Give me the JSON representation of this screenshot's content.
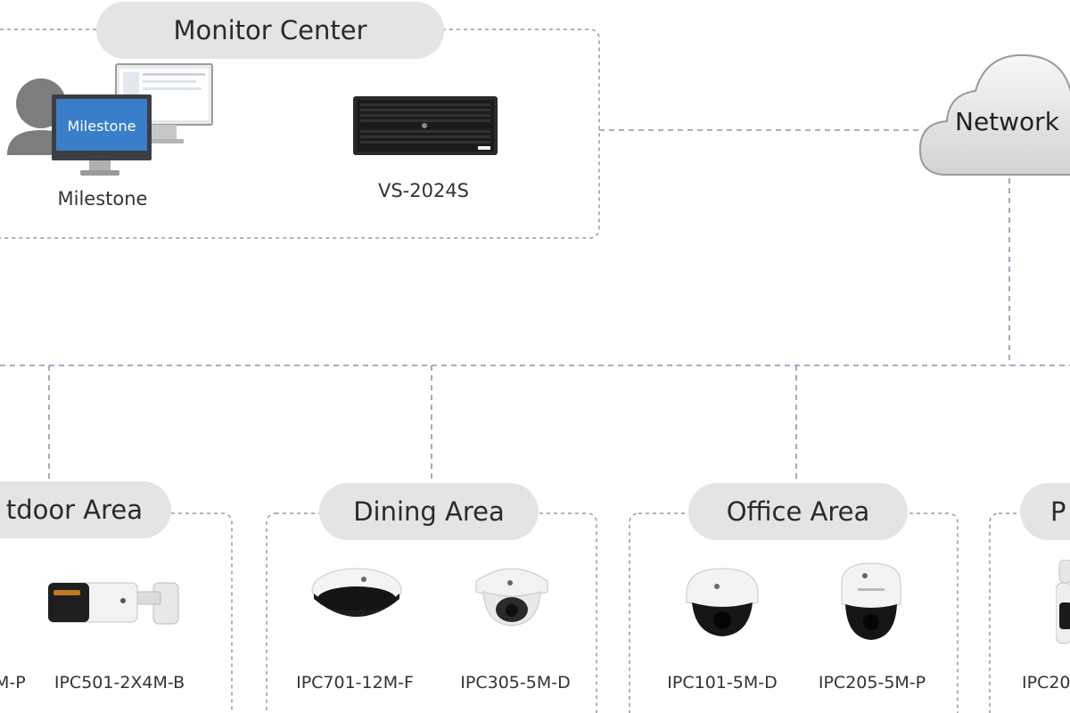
{
  "monitor_center": {
    "title": "Monitor Center",
    "devices": [
      {
        "label": "Milestone",
        "screen_text": "Milestone",
        "icon": "workstation-icon"
      },
      {
        "label": "VS-2024S",
        "icon": "nvr-server-icon"
      }
    ]
  },
  "network": {
    "label": "Network",
    "icon": "cloud-icon"
  },
  "areas": [
    {
      "title": "tdoor Area",
      "cameras": [
        {
          "label": "M-P"
        },
        {
          "label": "IPC501-2X4M-B",
          "icon": "bullet-camera-icon"
        }
      ]
    },
    {
      "title": "Dining Area",
      "cameras": [
        {
          "label": "IPC701-12M-F",
          "icon": "fisheye-camera-icon"
        },
        {
          "label": "IPC305-5M-D",
          "icon": "dome-camera-icon"
        }
      ]
    },
    {
      "title": "Office Area",
      "cameras": [
        {
          "label": "IPC101-5M-D",
          "icon": "dome-camera-icon"
        },
        {
          "label": "IPC205-5M-P",
          "icon": "dome-camera-icon"
        }
      ]
    },
    {
      "title": "P",
      "cameras": [
        {
          "label": "IPC20",
          "icon": "ptz-camera-icon"
        }
      ]
    }
  ],
  "colors": {
    "box_border": "#9a9a9a",
    "link_line": "#8797ad",
    "pill": "#e4e4e4"
  }
}
